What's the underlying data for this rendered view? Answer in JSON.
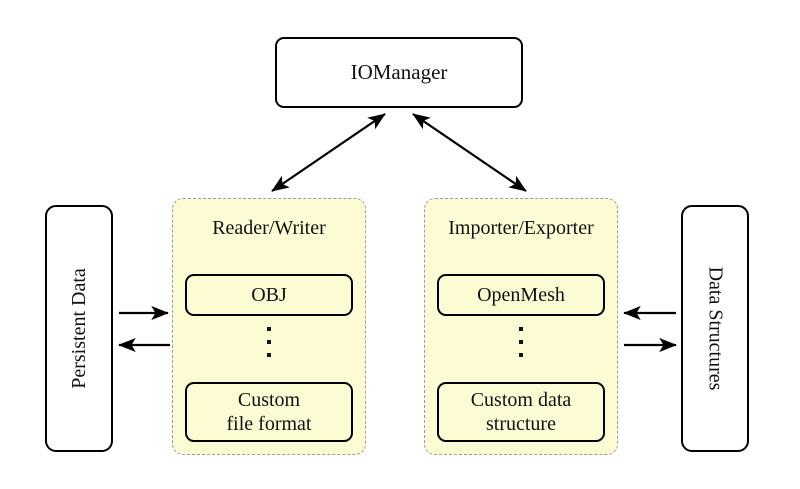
{
  "diagram": {
    "title_node": {
      "label": "IOManager"
    },
    "left_side": {
      "label": "Persistent Data"
    },
    "right_side": {
      "label": "Data Structures"
    },
    "groups": [
      {
        "id": "reader-writer",
        "title": "Reader/Writer",
        "top_item": "OBJ",
        "ellipsis": "⋮",
        "bottom_item_line1": "Custom",
        "bottom_item_line2": "file format"
      },
      {
        "id": "importer-exporter",
        "title": "Importer/Exporter",
        "top_item": "OpenMesh",
        "ellipsis": "⋮",
        "bottom_item_line1": "Custom data",
        "bottom_item_line2": "structure"
      }
    ],
    "connections": [
      {
        "name": "iomanager-to-reader-writer",
        "style": "double-headed-diagonal"
      },
      {
        "name": "iomanager-to-importer-exporter",
        "style": "double-headed-diagonal"
      },
      {
        "name": "persistent-data-to-reader-writer",
        "style": "single-headed-right"
      },
      {
        "name": "reader-writer-to-persistent-data",
        "style": "single-headed-left"
      },
      {
        "name": "data-structures-to-importer-exporter",
        "style": "single-headed-left"
      },
      {
        "name": "importer-exporter-to-data-structures",
        "style": "single-headed-right"
      }
    ],
    "colors": {
      "group_fill": "#fdfbd4",
      "group_border": "#9b9b9b",
      "node_border": "#000000",
      "background": "#ffffff",
      "text": "#111111"
    }
  }
}
